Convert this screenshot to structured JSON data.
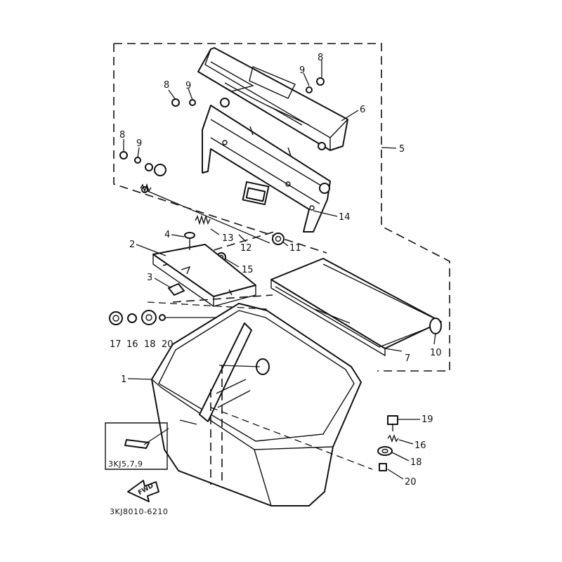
{
  "diagram": {
    "drawing_code": "3KJ8010-6210",
    "model_note": "3KJ5,7,9",
    "fwd_mark": "FWD",
    "callouts": [
      {
        "id": "c1",
        "text": "1"
      },
      {
        "id": "c2",
        "text": "2"
      },
      {
        "id": "c3",
        "text": "3"
      },
      {
        "id": "c4",
        "text": "4"
      },
      {
        "id": "c5",
        "text": "5"
      },
      {
        "id": "c6",
        "text": "6"
      },
      {
        "id": "c7",
        "text": "7"
      },
      {
        "id": "c8a",
        "text": "8"
      },
      {
        "id": "c8b",
        "text": "8"
      },
      {
        "id": "c8c",
        "text": "8"
      },
      {
        "id": "c9a",
        "text": "9"
      },
      {
        "id": "c9b",
        "text": "9"
      },
      {
        "id": "c9c",
        "text": "9"
      },
      {
        "id": "c10",
        "text": "10"
      },
      {
        "id": "c11",
        "text": "11"
      },
      {
        "id": "c12",
        "text": "12"
      },
      {
        "id": "c13",
        "text": "13"
      },
      {
        "id": "c14",
        "text": "14"
      },
      {
        "id": "c15",
        "text": "15"
      },
      {
        "id": "c16a",
        "text": "16"
      },
      {
        "id": "c16b",
        "text": "16"
      },
      {
        "id": "c17",
        "text": "17"
      },
      {
        "id": "c18a",
        "text": "18"
      },
      {
        "id": "c18b",
        "text": "18"
      },
      {
        "id": "c19",
        "text": "19"
      },
      {
        "id": "c20a",
        "text": "20"
      },
      {
        "id": "c20b",
        "text": "20"
      }
    ]
  }
}
